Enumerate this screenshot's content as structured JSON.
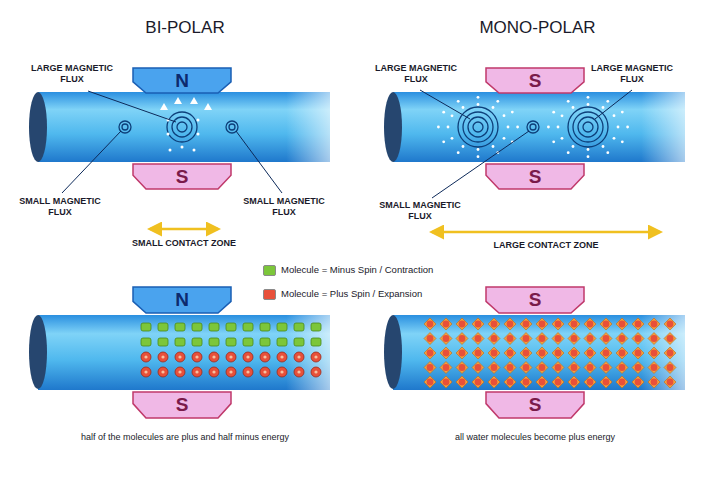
{
  "diagram": {
    "nodes": [
      {
        "text": [
          "N"
        ]
      },
      {
        "text": [
          "S"
        ]
      },
      {
        "text": [
          "S"
        ]
      },
      {
        "text": [
          "S"
        ]
      },
      {
        "text": [
          "N"
        ]
      },
      {
        "text": [
          "S"
        ]
      },
      {
        "text": [
          "S"
        ]
      },
      {
        "text": [
          "S"
        ]
      }
    ],
    "labels": [
      "BI-POLAR",
      "MONO-POLAR",
      "LARGE MAGNETIC FLUX",
      "LARGE MAGNETIC FLUX",
      "LARGE MAGNETIC FLUX",
      "SMALL MAGNETIC FLUX",
      "SMALL MAGNETIC FLUX",
      "SMALL MAGNETIC FLUX",
      "SMALL CONTACT ZONE",
      "LARGE CONTACT ZONE",
      "half of the molecules are plus and half minus energy",
      "all water molecules become plus energy"
    ],
    "legend": [
      {
        "text": "Molecule = Minus Spin / Contraction",
        "color": "#7cc63a"
      },
      {
        "text": "Molecule = Plus Spin / Expansion",
        "color": "#e8503a"
      }
    ]
  }
}
